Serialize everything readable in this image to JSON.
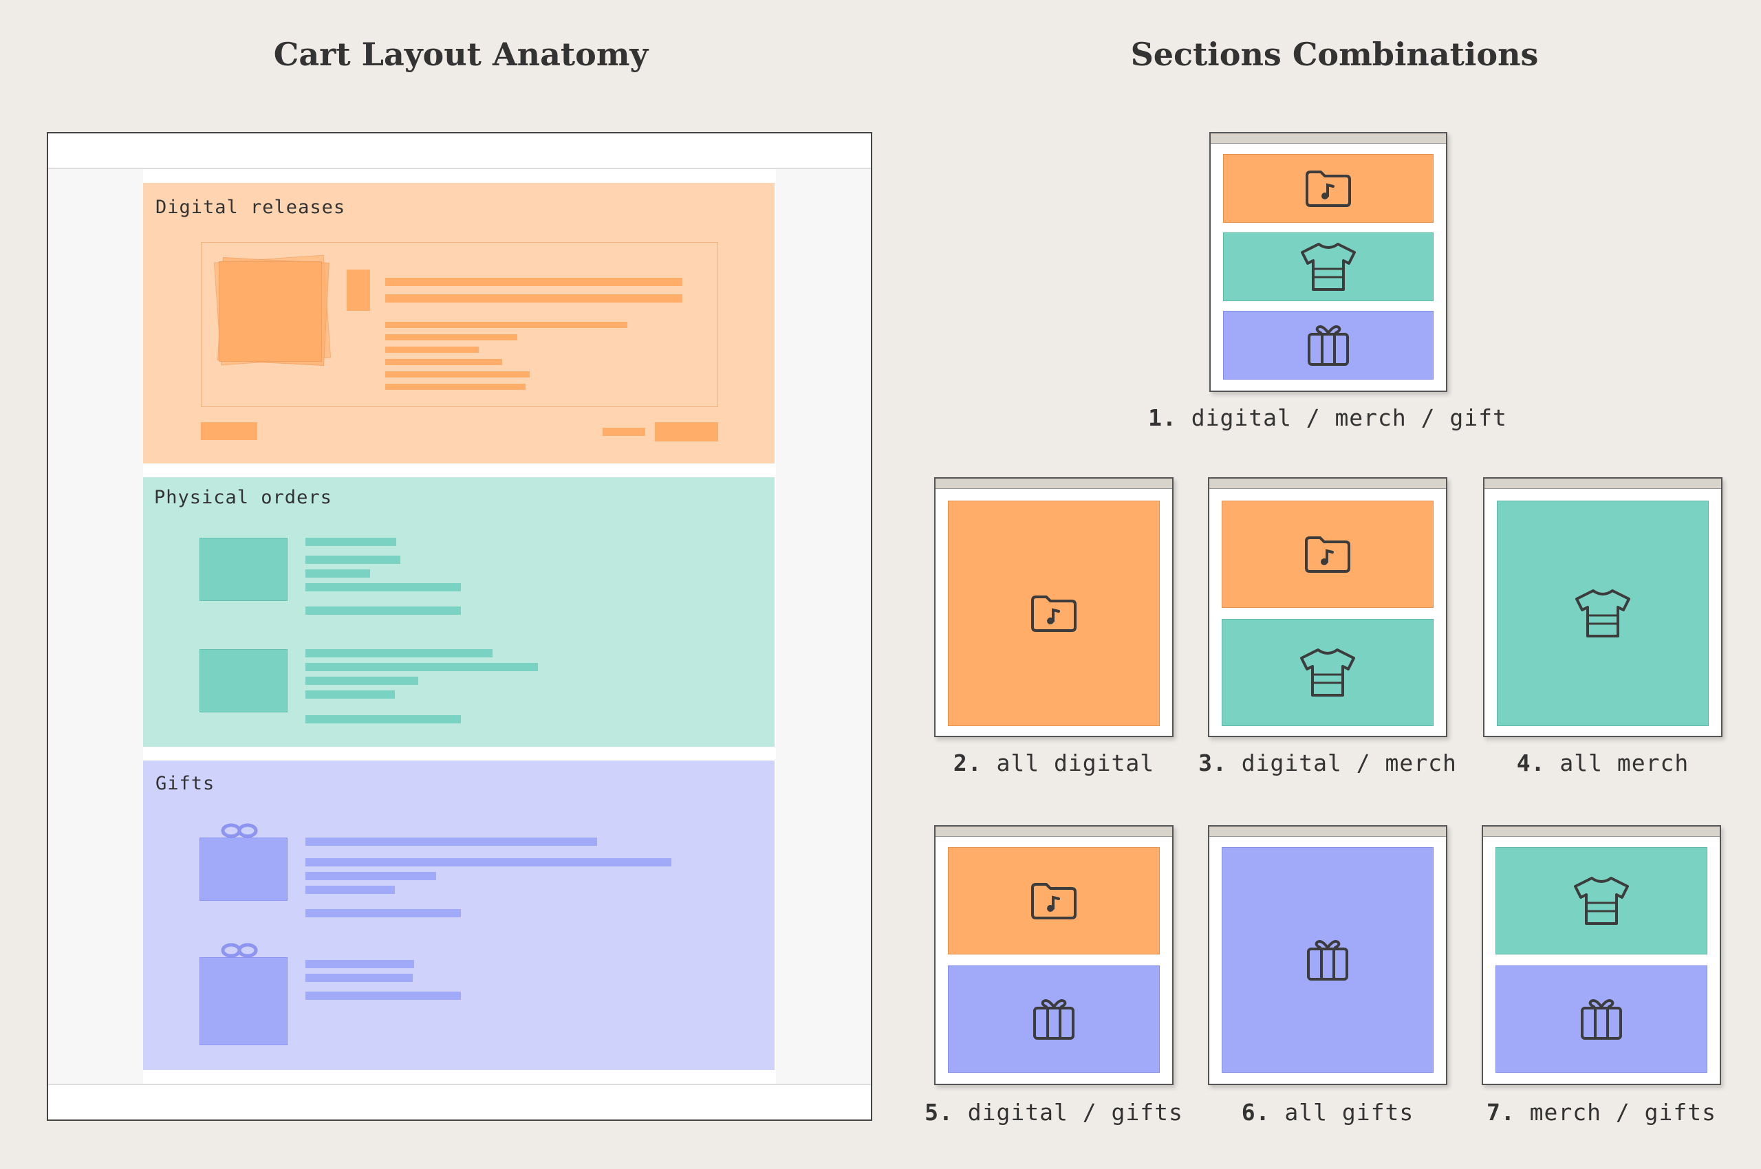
{
  "titles": {
    "left": "Cart Layout Anatomy",
    "right": "Sections Combinations"
  },
  "anatomy": {
    "sections": {
      "digital": "Digital releases",
      "physical": "Physical orders",
      "gifts": "Gifts"
    }
  },
  "combinations": [
    {
      "num": "1.",
      "label": "digital / merch / gift"
    },
    {
      "num": "2.",
      "label": "all digital"
    },
    {
      "num": "3.",
      "label": "digital / merch"
    },
    {
      "num": "4.",
      "label": "all merch"
    },
    {
      "num": "5.",
      "label": "digital / gifts"
    },
    {
      "num": "6.",
      "label": "all gifts"
    },
    {
      "num": "7.",
      "label": "merch / gifts"
    }
  ],
  "colors": {
    "digital": "#ffad69",
    "merch": "#7ad3c2",
    "gifts": "#a1a9f9",
    "digital_light": "#ffd5b1",
    "merch_light": "#bde9df",
    "gifts_light": "#cfd3fb"
  },
  "icons": {
    "digital": "music-folder-icon",
    "merch": "tshirt-icon",
    "gifts": "gift-icon"
  }
}
